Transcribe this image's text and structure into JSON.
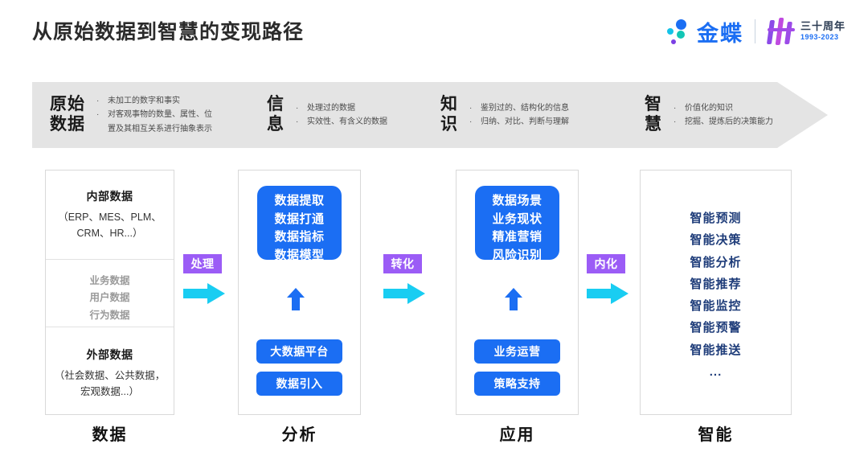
{
  "header": {
    "title": "从原始数据到智慧的变现路径",
    "brand": "金蝶",
    "anniversary_cn": "三十周年",
    "anniversary_years": "1993-2023",
    "accent_blue": "#1B6EF3",
    "accent_purple": "#9B5CF6",
    "accent_cyan": "#19CDF2",
    "navy": "#1F3D7A"
  },
  "banner": {
    "stages": [
      {
        "title": "原始\n数据",
        "title_line1": "原始",
        "title_line2": "数据",
        "bullets": [
          "未加工的数字和事实",
          "对客观事物的数量、属性、位",
          "置及其相互关系进行抽象表示"
        ]
      },
      {
        "title_line1": "信",
        "title_line2": "息",
        "bullets": [
          "处理过的数据",
          "实效性、有含义的数据"
        ]
      },
      {
        "title_line1": "知",
        "title_line2": "识",
        "bullets": [
          "鉴别过的、结构化的信息",
          "归纳、对比、判断与理解"
        ]
      },
      {
        "title_line1": "智",
        "title_line2": "慧",
        "bullets": [
          "价值化的知识",
          "挖掘、提炼后的决策能力"
        ]
      }
    ]
  },
  "columns": [
    {
      "label": "数据",
      "internal_title": "内部数据",
      "internal_sub_line1": "（ERP、MES、PLM、",
      "internal_sub_line2": "CRM、HR...）",
      "mid_items": [
        "业务数据",
        "用户数据",
        "行为数据"
      ],
      "external_title": "外部数据",
      "external_sub_line1": "（社会数据、公共数据，",
      "external_sub_line2": "宏观数据...）"
    },
    {
      "label": "分析",
      "main_box": [
        "数据提取",
        "数据打通",
        "数据指标",
        "数据模型"
      ],
      "pills": [
        "大数据平台",
        "数据引入"
      ]
    },
    {
      "label": "应用",
      "main_box": [
        "数据场景",
        "业务现状",
        "精准营销",
        "风险识别"
      ],
      "pills": [
        "业务运营",
        "策略支持"
      ]
    },
    {
      "label": "智能",
      "smart_items": [
        "智能预测",
        "智能决策",
        "智能分析",
        "智能推荐",
        "智能监控",
        "智能预警",
        "智能推送",
        "..."
      ]
    }
  ],
  "connectors": [
    {
      "badge": "处理"
    },
    {
      "badge": "转化"
    },
    {
      "badge": "内化"
    }
  ]
}
